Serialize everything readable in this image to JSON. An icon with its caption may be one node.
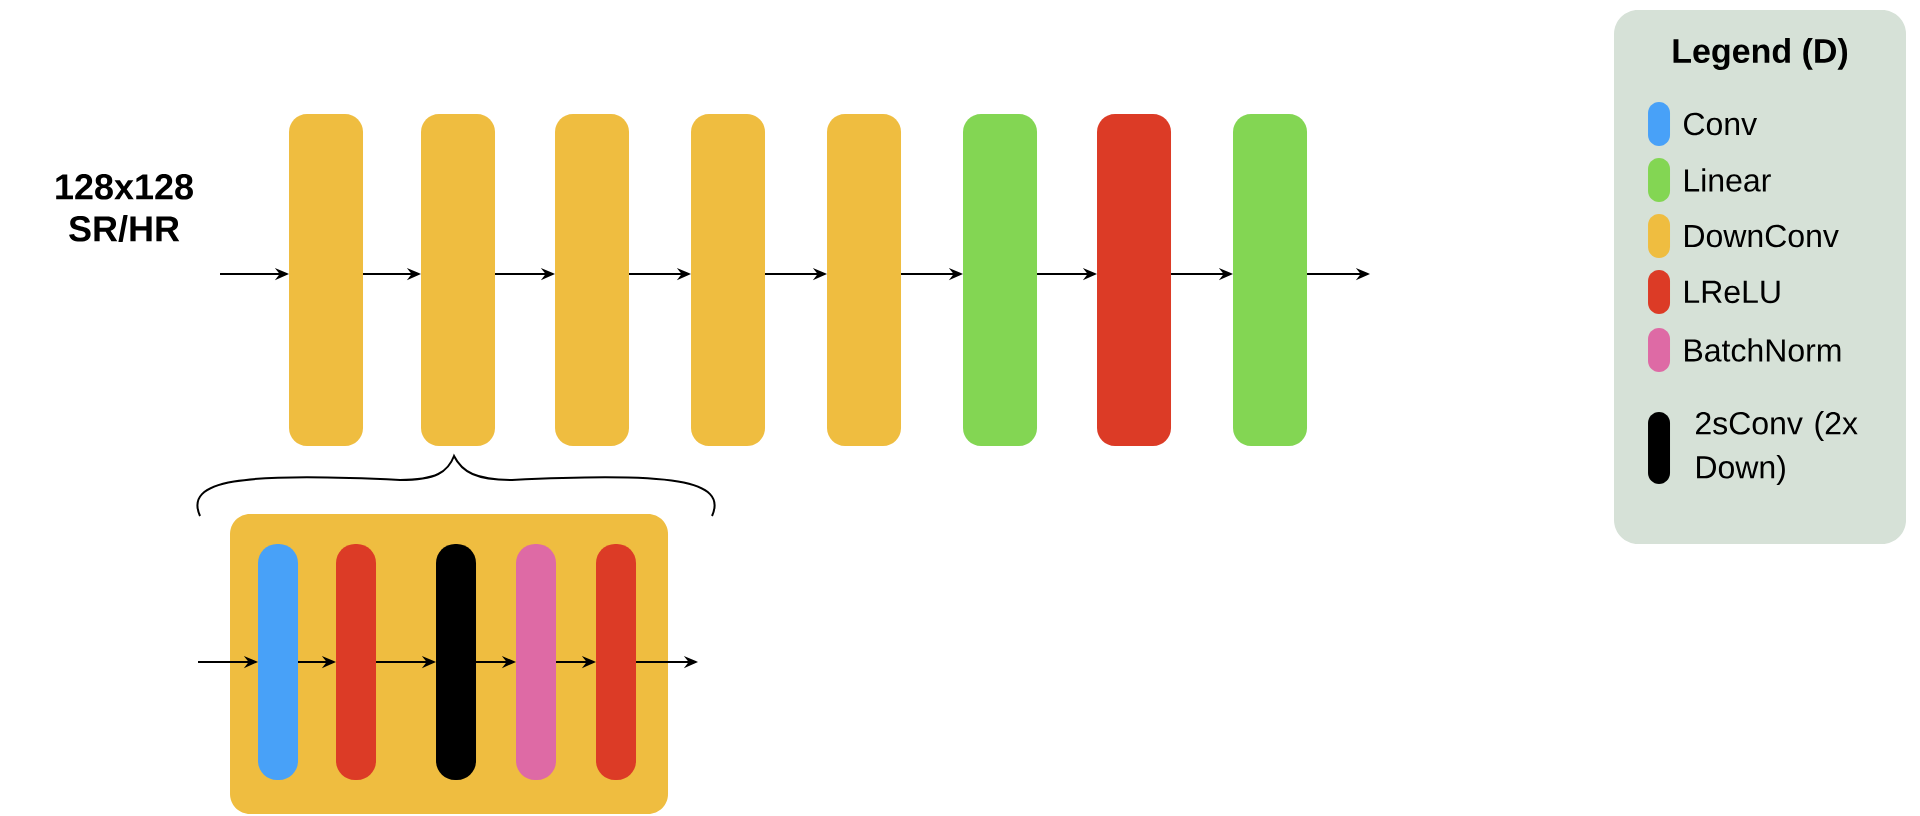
{
  "diagram": {
    "nodes": [
      {
        "text": [],
        "shape": "bar"
      },
      {
        "text": [],
        "shape": "bar"
      },
      {
        "text": [],
        "shape": "bar"
      },
      {
        "text": [],
        "shape": "bar"
      },
      {
        "text": [],
        "shape": "bar"
      },
      {
        "text": [],
        "shape": "bar"
      },
      {
        "text": [],
        "shape": "bar"
      },
      {
        "text": [],
        "shape": "bar"
      },
      {
        "text": [],
        "shape": "box"
      },
      {
        "text": [],
        "shape": "bar",
        "in": 8
      },
      {
        "text": [],
        "shape": "bar",
        "in": 8
      },
      {
        "text": [],
        "shape": "bar",
        "in": 8
      },
      {
        "text": [],
        "shape": "bar",
        "in": 8
      },
      {
        "text": [],
        "shape": "bar",
        "in": 8
      }
    ],
    "edges": [
      {
        "from": null,
        "to": 0,
        "arrow": "to"
      },
      {
        "from": 0,
        "to": 1,
        "arrow": "to"
      },
      {
        "from": 1,
        "to": 2,
        "arrow": "to"
      },
      {
        "from": 2,
        "to": 3,
        "arrow": "to"
      },
      {
        "from": 3,
        "to": 4,
        "arrow": "to"
      },
      {
        "from": 4,
        "to": 5,
        "arrow": "to"
      },
      {
        "from": 5,
        "to": 6,
        "arrow": "to"
      },
      {
        "from": 6,
        "to": 7,
        "arrow": "to"
      },
      {
        "from": 7,
        "to": null,
        "arrow": "to"
      },
      {
        "from": null,
        "to": 9,
        "arrow": "to"
      },
      {
        "from": 9,
        "to": 10,
        "arrow": "to"
      },
      {
        "from": 10,
        "to": 11,
        "arrow": "to"
      },
      {
        "from": 11,
        "to": 12,
        "arrow": "to"
      },
      {
        "from": 12,
        "to": 13,
        "arrow": "to"
      },
      {
        "from": 13,
        "to": null,
        "arrow": "to"
      }
    ],
    "labels": [
      "128x128 SR/HR",
      "Legend (D)"
    ],
    "legend": [
      {
        "text": "Conv",
        "color": "#48a1f8"
      },
      {
        "text": "Linear",
        "color": "#83d653"
      },
      {
        "text": "DownConv",
        "color": "#efbd40"
      },
      {
        "text": "LReLU",
        "color": "#dc3b26"
      },
      {
        "text": "BatchNorm",
        "color": "#de6aa5"
      },
      {
        "text": "2sConv (2x Down)",
        "color": "#000000"
      }
    ]
  }
}
